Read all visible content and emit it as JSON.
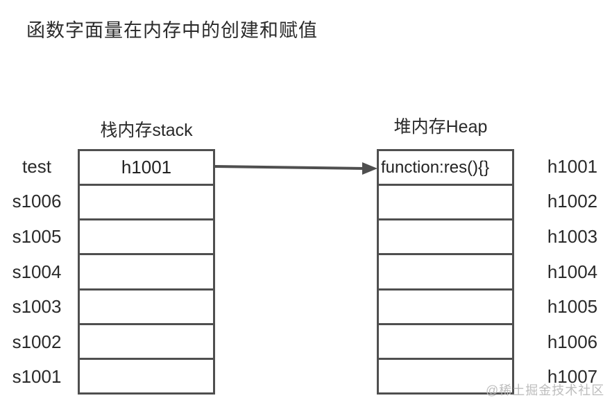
{
  "title": "函数字面量在内存中的创建和赋值",
  "stack": {
    "header": "栈内存stack",
    "rows": [
      {
        "label": "test",
        "value": "h1001"
      },
      {
        "label": "s1006",
        "value": ""
      },
      {
        "label": "s1005",
        "value": ""
      },
      {
        "label": "s1004",
        "value": ""
      },
      {
        "label": "s1003",
        "value": ""
      },
      {
        "label": "s1002",
        "value": ""
      },
      {
        "label": "s1001",
        "value": ""
      }
    ]
  },
  "heap": {
    "header": "堆内存Heap",
    "rows": [
      {
        "label": "h1001",
        "value": "function:res(){}"
      },
      {
        "label": "h1002",
        "value": ""
      },
      {
        "label": "h1003",
        "value": ""
      },
      {
        "label": "h1004",
        "value": ""
      },
      {
        "label": "h1005",
        "value": ""
      },
      {
        "label": "h1006",
        "value": ""
      },
      {
        "label": "h1007",
        "value": ""
      }
    ]
  },
  "arrow": {
    "from_cell": "test",
    "to_cell": "h1001"
  },
  "watermark": "@稀土掘金技术社区",
  "colors": {
    "line": "#4f4f4f",
    "text": "#2a2a2a",
    "watermark": "#bdbdbd",
    "background": "#ffffff"
  }
}
